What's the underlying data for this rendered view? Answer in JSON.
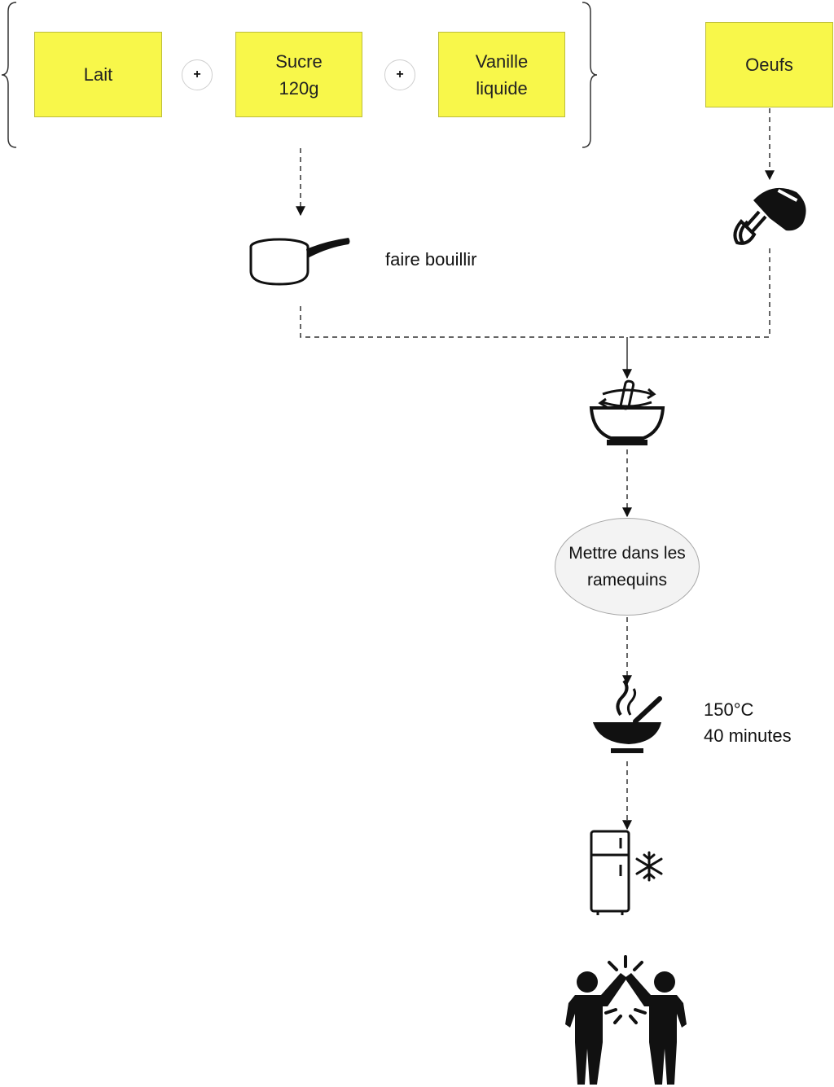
{
  "ingredients": {
    "lait": "Lait",
    "sucre_line1": "Sucre",
    "sucre_line2": "120g",
    "vanille_line1": "Vanille",
    "vanille_line2": "liquide",
    "oeufs": "Oeufs"
  },
  "operators": {
    "plus_1": "+",
    "plus_2": "+"
  },
  "steps": {
    "boil_label": "faire bouillir",
    "ramequins_line1": "Mettre dans les",
    "ramequins_line2": "ramequins",
    "oven_temp": "150°C",
    "oven_time": "40 minutes"
  },
  "icons": {
    "saucepan": "saucepan-icon",
    "mixer": "hand-mixer-icon",
    "bowl": "mixing-bowl-icon",
    "oven_dish": "hot-dish-icon",
    "fridge": "fridge-icon",
    "snowflake": "snowflake-icon",
    "celebration": "high-five-icon"
  },
  "colors": {
    "box_fill": "#f8f74a",
    "line": "#333333",
    "ellipse_fill": "#f3f3f3"
  }
}
